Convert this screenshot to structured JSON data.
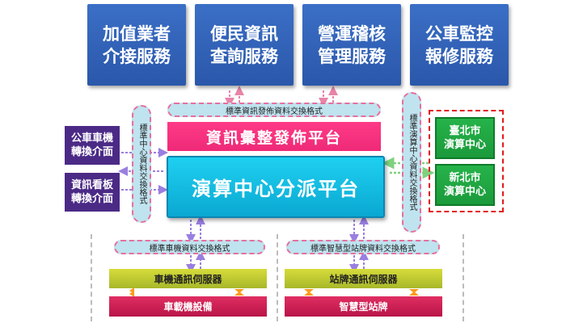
{
  "services": [
    {
      "label": "加值業者\n介接服務"
    },
    {
      "label": "便民資訊\n查詢服務"
    },
    {
      "label": "營運稽核\n管理服務"
    },
    {
      "label": "公車監控\n報修服務"
    }
  ],
  "std_publish": "標準資訊發佈資料交換格式",
  "publish_platform": "資訊彙整發佈平台",
  "dispatch_platform": "演算中心分派平台",
  "std_left_vertical": "標準中心資料交換格式",
  "std_right_vertical": "標準演算中心資料交換格式",
  "interfaces": [
    {
      "label": "公車車機\n轉換介面"
    },
    {
      "label": "資訊看板\n轉換介面"
    }
  ],
  "calc_centers": [
    {
      "label": "臺北市\n演算中心"
    },
    {
      "label": "新北市\n演算中心"
    }
  ],
  "std_vehicle": "標準車機資料交換格式",
  "std_smartstop": "標準智慧型站牌資料交換格式",
  "vehicle_server": "車機通訊伺服器",
  "stop_server": "站牌通訊伺服器",
  "vehicle_device": "車載機設備",
  "smart_stop": "智慧型站牌",
  "colors": {
    "service_blue": "#2f62b8",
    "pink": "#ff3a86",
    "cyan": "#0aa8d2",
    "purple": "#4b2a86",
    "green": "#1b9a3b",
    "red_dash": "#e21a1a",
    "yellow": "#c8d034",
    "crimson": "#c81a50"
  }
}
